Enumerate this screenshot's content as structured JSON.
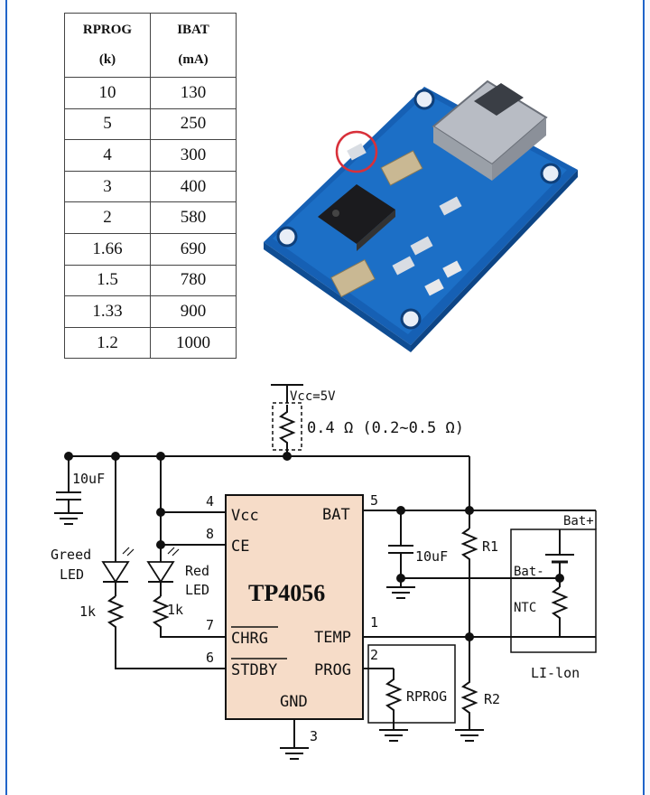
{
  "table": {
    "headers": [
      {
        "line1": "RPROG",
        "line2": "(k)"
      },
      {
        "line1": "IBAT",
        "line2": "(mA)"
      }
    ],
    "rows": [
      [
        "10",
        "130"
      ],
      [
        "5",
        "250"
      ],
      [
        "4",
        "300"
      ],
      [
        "3",
        "400"
      ],
      [
        "2",
        "580"
      ],
      [
        "1.66",
        "690"
      ],
      [
        "1.5",
        "780"
      ],
      [
        "1.33",
        "900"
      ],
      [
        "1.2",
        "1000"
      ]
    ]
  },
  "schematic": {
    "chip_name": "TP4056",
    "vcc_label": "Vcc=5V",
    "sense_resistor": "0.4 Ω (0.2~0.5 Ω)",
    "pins": {
      "vcc": {
        "num": "4",
        "name": "Vcc"
      },
      "ce": {
        "num": "8",
        "name": "CE"
      },
      "chrg": {
        "num": "7",
        "name": "CHRG"
      },
      "stdby": {
        "num": "6",
        "name": "STDBY"
      },
      "bat": {
        "num": "5",
        "name": "BAT"
      },
      "temp": {
        "num": "1",
        "name": "TEMP"
      },
      "prog": {
        "num": "2",
        "name": "PROG"
      },
      "gnd": {
        "num": "3",
        "name": "GND"
      }
    },
    "cap_in": "10uF",
    "cap_out": "10uF",
    "green_led": {
      "line1": "Greed",
      "line2": "LED"
    },
    "red_led": {
      "line1": "Red",
      "line2": "LED"
    },
    "r_green": "1k",
    "r_red": "1k",
    "r1": "R1",
    "r2": "R2",
    "rprog": "RPROG",
    "battery": {
      "plus": "Bat+",
      "minus": "Bat-",
      "ntc": "NTC",
      "type": "LI-lon"
    }
  },
  "colors": {
    "border": "#1f63c9",
    "chip_fill": "#f6dcc8",
    "pcb": "#1c6fc6",
    "highlight": "#d8303a"
  }
}
